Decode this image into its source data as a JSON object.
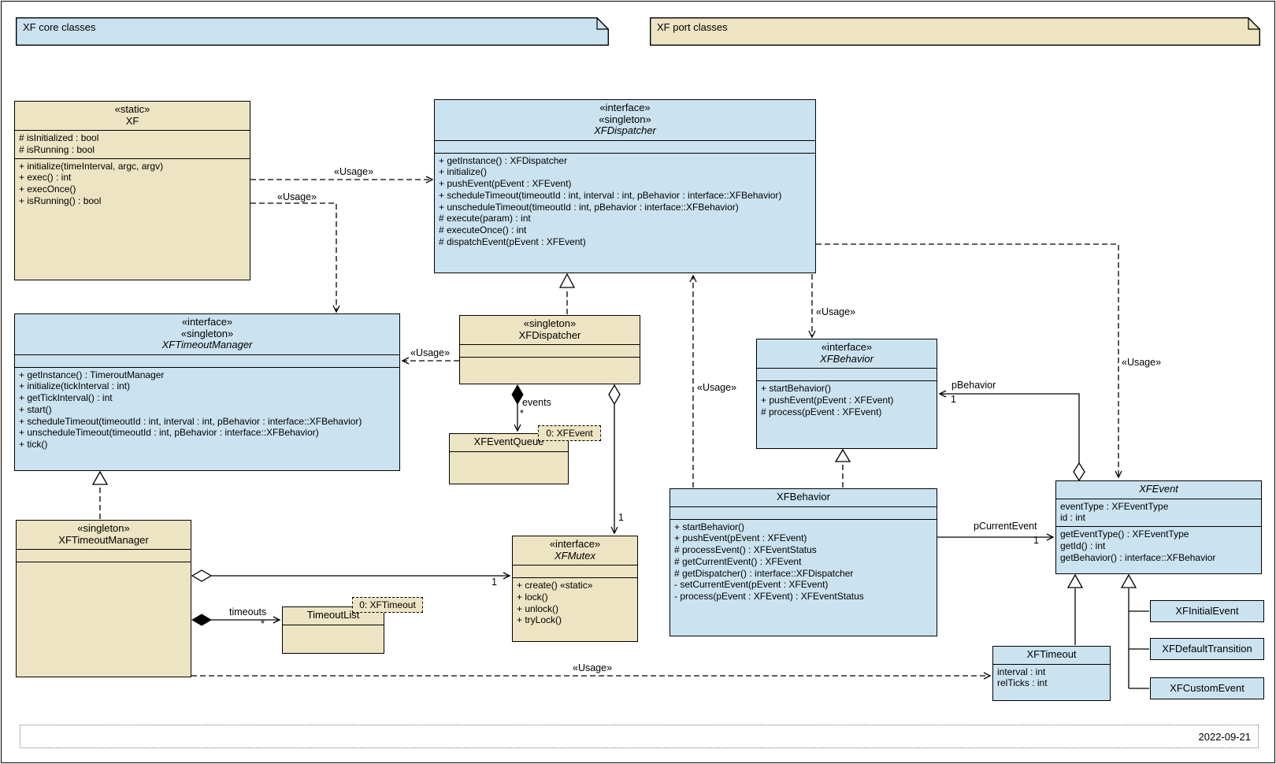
{
  "diagram": {
    "date": "2022-09-21",
    "legend_notes": {
      "core": "XF core classes",
      "port": "XF port classes"
    }
  },
  "colors": {
    "core_fill": "#cbe3f0",
    "port_fill": "#ece4c3",
    "line": "#000000"
  },
  "edge_labels": {
    "usage": "«Usage»",
    "events_role": "events",
    "timeouts_role": "timeouts",
    "pbehavior_role": "pBehavior",
    "pcurrentevent_role": "pCurrentEvent",
    "many": "*",
    "one": "1"
  },
  "object_notes": {
    "event": "0: XFEvent",
    "timeout": "0: XFTimeout"
  },
  "classes": [
    {
      "id": "xf",
      "kind": "port",
      "stereotypes": [
        "«static»"
      ],
      "name": "XF",
      "italic": false,
      "attrs": [
        "# isInitialized : bool",
        "# isRunning : bool"
      ],
      "ops": [
        "+ initialize(timeInterval, argc, argv)",
        "+ exec() : int",
        "+ execOnce()",
        "+ isRunning() : bool"
      ]
    },
    {
      "id": "xfdispatcher_if",
      "kind": "core",
      "stereotypes": [
        "«interface»",
        "«singleton»"
      ],
      "name": "XFDispatcher",
      "italic": true,
      "attrs": [],
      "ops": [
        "+ getInstance() : XFDispatcher",
        "+ initialize()",
        "+ pushEvent(pEvent : XFEvent)",
        "+ scheduleTimeout(timeoutId : int, interval : int, pBehavior : interface::XFBehavior)",
        "+ unscheduleTimeout(timeoutId : int, pBehavior : interface::XFBehavior)",
        "# execute(param) : int",
        "# executeOnce() : int",
        "# dispatchEvent(pEvent : XFEvent)"
      ]
    },
    {
      "id": "xftimeoutmanager_if",
      "kind": "core",
      "stereotypes": [
        "«interface»",
        "«singleton»"
      ],
      "name": "XFTimeoutManager",
      "italic": true,
      "attrs": [],
      "ops": [
        "+ getInstance() : TimeroutManager",
        "+ initialize(tickInterval : int)",
        "+ getTickInterval() : int",
        "+ start()",
        "+ scheduleTimeout(timeoutId : int, interval : int, pBehavior : interface::XFBehavior)",
        "+ unscheduleTimeout(timeoutId : int, pBehavior : interface::XFBehavior)",
        "+ tick()"
      ]
    },
    {
      "id": "xfdispatcher_s",
      "kind": "port",
      "stereotypes": [
        "«singleton»"
      ],
      "name": "XFDispatcher",
      "italic": false,
      "attrs": [],
      "ops": []
    },
    {
      "id": "xfeventqueue",
      "kind": "port",
      "stereotypes": [],
      "name": "XFEventQueue",
      "italic": false,
      "attrs": [],
      "ops": null
    },
    {
      "id": "xfbehavior_if",
      "kind": "core",
      "stereotypes": [
        "«interface»"
      ],
      "name": "XFBehavior",
      "italic": true,
      "attrs": [],
      "ops": [
        "+ startBehavior()",
        "+ pushEvent(pEvent : XFEvent)",
        "# process(pEvent : XFEvent)"
      ]
    },
    {
      "id": "xfbehavior",
      "kind": "core",
      "stereotypes": [],
      "name": "XFBehavior",
      "italic": false,
      "attrs": [],
      "ops": [
        "+ startBehavior()",
        "+ pushEvent(pEvent : XFEvent)",
        "# processEvent() : XFEventStatus",
        "# getCurrentEvent() : XFEvent",
        "# getDispatcher() : interface::XFDispatcher",
        "- setCurrentEvent(pEvent : XFEvent)",
        "- process(pEvent : XFEvent) : XFEventStatus"
      ]
    },
    {
      "id": "xfevent",
      "kind": "core",
      "stereotypes": [],
      "name": "XFEvent",
      "italic": true,
      "attrs": [
        "eventType : XFEventType",
        "id : int"
      ],
      "ops": [
        "getEventType() : XFEventType",
        "getId() : int",
        "getBehavior() : interface::XFBehavior"
      ]
    },
    {
      "id": "xfmutex",
      "kind": "port",
      "stereotypes": [
        "«interface»"
      ],
      "name": "XFMutex",
      "italic": true,
      "attrs": [],
      "ops": [
        "+ create() «static»",
        "+ lock()",
        "+ unlock()",
        "+ tryLock()"
      ]
    },
    {
      "id": "xftimeoutmanager_s",
      "kind": "port",
      "stereotypes": [
        "«singleton»"
      ],
      "name": "XFTimeoutManager",
      "italic": false,
      "attrs": [],
      "ops": []
    },
    {
      "id": "timeoutlist",
      "kind": "port",
      "stereotypes": [],
      "name": "TimeoutList",
      "italic": false,
      "attrs": [],
      "ops": null
    },
    {
      "id": "xftimeout",
      "kind": "core",
      "stereotypes": [],
      "name": "XFTimeout",
      "italic": false,
      "attrs": [
        "interval : int",
        "relTicks : int"
      ],
      "ops": null
    },
    {
      "id": "xfinitialevent",
      "kind": "core",
      "stereotypes": [],
      "name": "XFInitialEvent",
      "italic": false,
      "attrs": null,
      "ops": null
    },
    {
      "id": "xfdefaulttransition",
      "kind": "core",
      "stereotypes": [],
      "name": "XFDefaultTransition",
      "italic": false,
      "attrs": null,
      "ops": null
    },
    {
      "id": "xfcustomevent",
      "kind": "core",
      "stereotypes": [],
      "name": "XFCustomEvent",
      "italic": false,
      "attrs": null,
      "ops": null
    }
  ]
}
